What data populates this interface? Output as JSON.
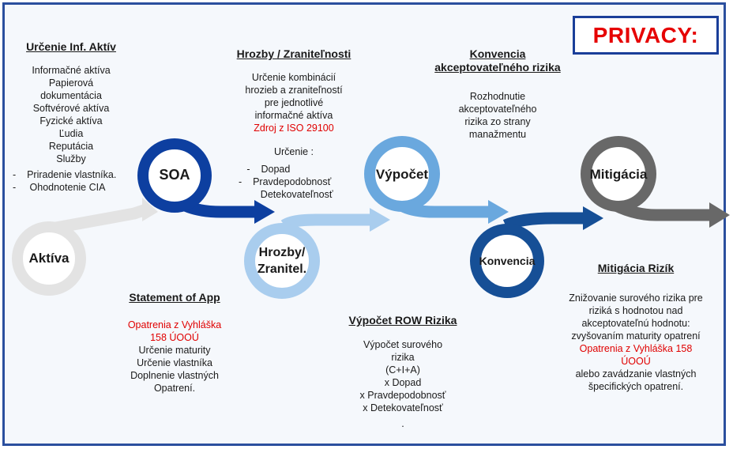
{
  "badge": {
    "text": "PRIVACY:"
  },
  "colors": {
    "border": "#2b4f9e",
    "aktiva": "#e3e3e3",
    "soa": "#0d3fa0",
    "hrozby": "#a9cdee",
    "vypocet": "#6aa8de",
    "konvencia": "#164f96",
    "mitigacia": "#686868",
    "privacy_red": "#e60000"
  },
  "nodes": {
    "aktiva": "Aktíva",
    "soa": "SOA",
    "hrozby_line1": "Hrozby/",
    "hrozby_line2": "Zranitel.",
    "vypocet": "Výpočet",
    "konvencia": "Konvencia",
    "mitigacia": "Mitigácia"
  },
  "urcenie": {
    "heading": "Určenie Inf. Aktív",
    "items": [
      "Informačné aktíva",
      "Papierová",
      "dokumentácia",
      "Softvérové aktíva",
      "Fyzické aktíva",
      "Ľudia",
      "Reputácia",
      "Služby"
    ],
    "bullets": [
      "Priradenie vlastníka.",
      "Ohodnotenie CIA"
    ]
  },
  "hrozby_text": {
    "heading": "Hrozby / Zraniteľnosti",
    "lines": [
      "Určenie kombinácií",
      "hrozieb a zraniteľností",
      "pre jednotlivé",
      "informačné aktíva"
    ],
    "source": "Zdroj z ISO 29100",
    "urcenie_label": "Určenie :",
    "bullets": [
      "Dopad",
      "Pravdepodobnosť",
      "Detekovateľnosť"
    ]
  },
  "konvencia_text": {
    "heading_line1": "Konvencia",
    "heading_line2": "akceptovateľného rizika",
    "lines": [
      "Rozhodnutie",
      "akceptovateľného",
      "rizika zo strany",
      "manažmentu"
    ]
  },
  "statement": {
    "heading": "Statement of App",
    "red_line1": "Opatrenia z Vyhláška",
    "red_line2": "158 ÚOOÚ",
    "lines": [
      "Určenie maturity",
      "Určenie vlastníka",
      "Doplnenie vlastných",
      "Opatrení."
    ]
  },
  "vypocet_text": {
    "heading": "Výpočet ROW Rizika",
    "lines": [
      "Výpočet surového",
      "rizika",
      "(C+I+A)",
      "x Dopad",
      "x Pravdepodobnosť",
      "x Detekovateľnosť",
      "."
    ]
  },
  "mitigacia_text": {
    "heading": "Mitigácia Rizík",
    "lines": [
      "Znižovanie surového rizika pre",
      "riziká s hodnotou nad",
      "akceptovateľnú hodnotu:",
      "zvyšovaním maturity opatrení"
    ],
    "red_line1": "Opatrenia z Vyhláška 158",
    "red_line2": "ÚOOÚ",
    "tail": [
      "alebo zavádzanie vlastných",
      "špecifických opatrení."
    ]
  }
}
